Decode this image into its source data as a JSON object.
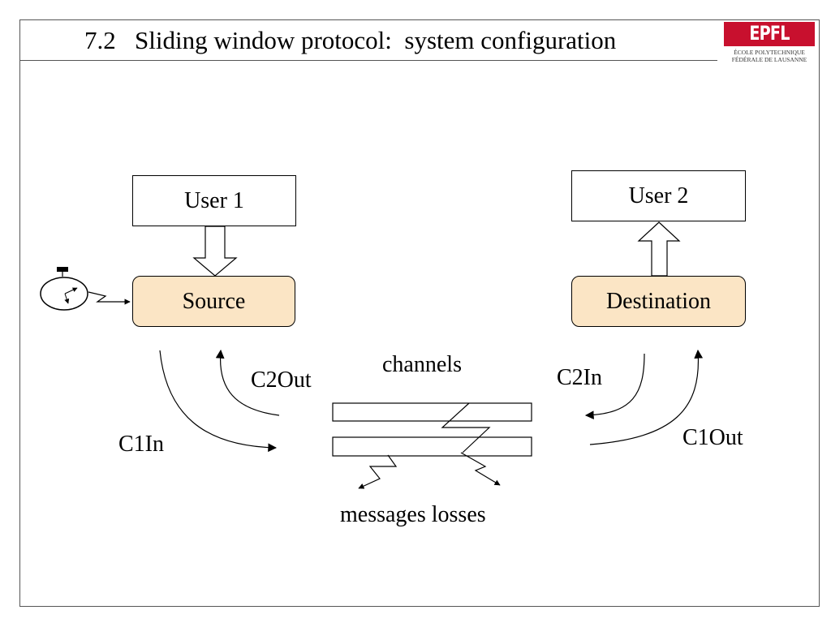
{
  "slide": {
    "title": "7.2   Sliding window protocol:  system configuration"
  },
  "logo": {
    "mark": "EPFL",
    "line1": "ÉCOLE POLYTECHNIQUE",
    "line2": "FÉDÉRALE DE LAUSANNE",
    "brand_color": "#c8102e"
  },
  "diagram": {
    "nodes": {
      "user1": "User 1",
      "user2": "User 2",
      "source": "Source",
      "destination": "Destination"
    },
    "labels": {
      "channels": "channels",
      "c2out": "C2Out",
      "c2in": "C2In",
      "c1in": "C1In",
      "c1out": "C1Out",
      "losses": "messages losses"
    },
    "icons": [
      "stopwatch-icon",
      "lightning-arrow-icon"
    ],
    "colors": {
      "process_fill": "#fbe5c5",
      "user_fill": "#ffffff",
      "line": "#000000"
    }
  }
}
